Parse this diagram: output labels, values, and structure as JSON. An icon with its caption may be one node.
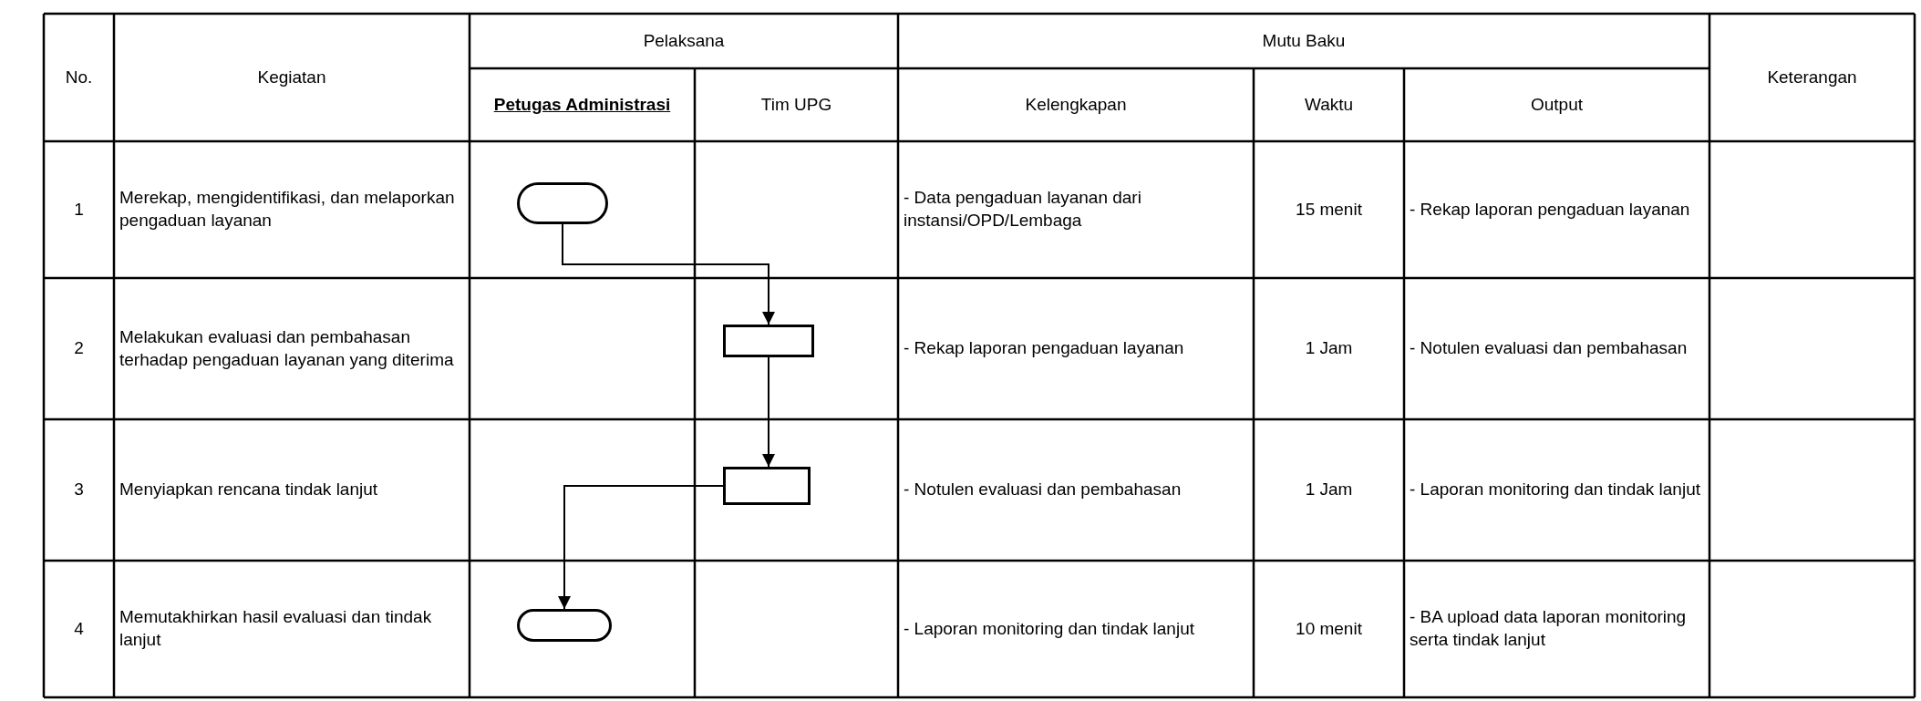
{
  "diagram": {
    "nodes": [
      {
        "text": [],
        "shape": "oval"
      },
      {
        "text": [],
        "shape": "box"
      },
      {
        "text": [],
        "shape": "box"
      },
      {
        "text": [],
        "shape": "oval"
      }
    ],
    "edges": [
      {
        "from": 0,
        "to": 1,
        "arrow": "to"
      },
      {
        "from": 1,
        "to": 2,
        "arrow": "to"
      },
      {
        "from": 2,
        "to": 3,
        "arrow": "to"
      }
    ],
    "labels": [
      "No.",
      "Kegiatan",
      "Pelaksana",
      "Mutu Baku",
      "Keterangan",
      "Petugas Administrasi",
      "Tim UPG",
      "Kelengkapan",
      "Waktu",
      "Output",
      "1",
      "Merekap, mengidentifikasi, dan melaporkan pengaduan layanan",
      "- Data pengaduan layanan dari instansi/OPD/Lembaga",
      "15 menit",
      "- Rekap laporan pengaduan layanan",
      "2",
      "Melakukan evaluasi dan pembahasan terhadap pengaduan layanan yang diterima",
      "- Rekap laporan pengaduan layanan",
      "1 Jam",
      "- Notulen evaluasi dan pembahasan",
      "3",
      "Menyiapkan rencana tindak lanjut",
      "- Notulen evaluasi dan pembahasan",
      "1 Jam",
      "- Laporan monitoring dan tindak lanjut",
      "4",
      "Memutakhirkan hasil evaluasi dan tindak lanjut",
      "- Laporan monitoring dan tindak lanjut",
      "10 menit",
      "- BA upload data laporan monitoring serta tindak lanjut"
    ]
  }
}
